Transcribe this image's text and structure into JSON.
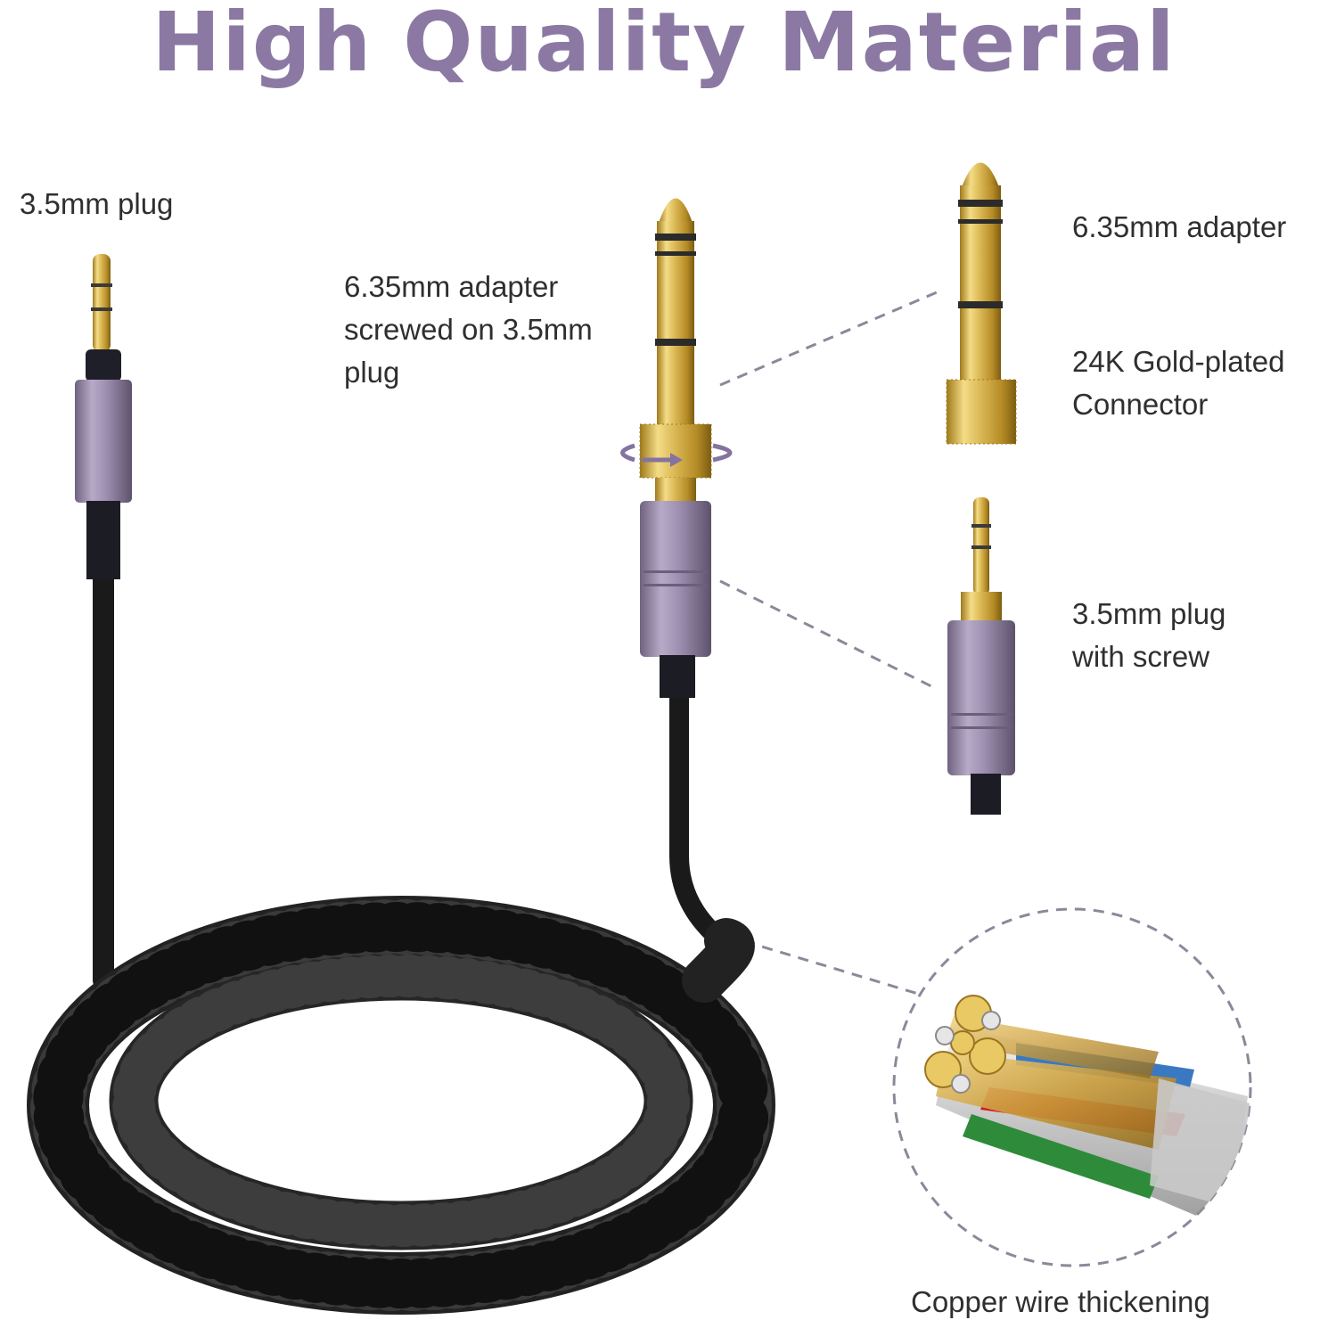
{
  "headline": "High Quality Material",
  "labels": {
    "plug_35": "3.5mm plug",
    "adapter_screwed": [
      "6.35mm adapter",
      "screwed on 3.5mm",
      "plug"
    ],
    "adapter_635": "6.35mm adapter",
    "gold_plated": [
      "24K Gold-plated",
      "Connector"
    ],
    "plug_screw": [
      "3.5mm plug",
      "with screw"
    ],
    "copper": "Copper wire thickening"
  },
  "colors": {
    "headline": "#8b79a3",
    "connector_shell": "#9d8fb0",
    "gold": "#d7b451",
    "cable": "#1e1e1e",
    "dashed_line": "#8f8799",
    "rotate_arrow": "#8473a0"
  }
}
